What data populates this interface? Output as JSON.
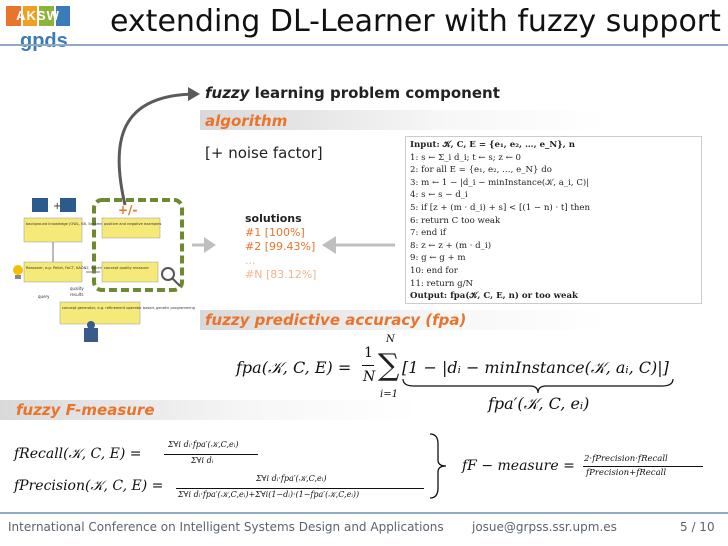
{
  "header": {
    "logo_top": "AKSW",
    "logo_bottom": "gpds",
    "title": "extending DL-Learner with fuzzy support"
  },
  "component": {
    "fuzzy_word": "fuzzy",
    "rest": " learning problem component"
  },
  "algorithm_heading": "algorithm",
  "noise_factor": "[+ noise factor]",
  "solutions": {
    "title": "solutions",
    "items": [
      "#1 [100%]",
      "#2 [99.43%]",
      "...",
      "#N [83.12%]"
    ]
  },
  "algorithm_lines": [
    "Input: 𝒦, C, E = {e₁, e₂, …, e_N}, n",
    "1:  s ← Σ_i d_i; t ← s; z ← 0",
    "2:  for all E = {e₁, e₂, …, e_N} do",
    "3:      m ← 1 − |d_i − minInstance(𝒦, a_i, C)|",
    "4:      s ← s − d_i",
    "5:      if [z + (m · d_i) + s] < [(1 − n) · t] then",
    "6:          return  C  too weak",
    "7:      end if",
    "8:      z ← z + (m · d_i)",
    "9:      g ← g + m",
    "10: end for",
    "11: return  g/N",
    "Output: fpa(𝒦, C, E, n) or too weak"
  ],
  "fpa_heading": "fuzzy predictive accuracy (fpa)",
  "fpa_formula": {
    "lhs": "fpa(𝒦, C, E) =",
    "frac_num": "1",
    "frac_den": "N",
    "sum_top": "N",
    "sum_bottom": "i=1",
    "body": "[1 − |dᵢ − minInstance(𝒦, aᵢ, C)|]",
    "underbrace_label": "fpa′(𝒦, C, eᵢ)"
  },
  "fmeasure_heading": "fuzzy F-measure",
  "recall": {
    "lhs": "fRecall(𝒦, C, E) =",
    "num": "Σ∀i dᵢ·fpa′(𝒦,C,eᵢ)",
    "den": "Σ∀i dᵢ"
  },
  "precision": {
    "lhs": "fPrecision(𝒦, C, E) =",
    "num": "Σ∀i dᵢ·fpa′(𝒦,C,eᵢ)",
    "den": "Σ∀i dᵢ·fpa′(𝒦,C,eᵢ)+Σ∀i(1−dᵢ)·(1−fpa′(𝒦,C,eᵢ))"
  },
  "fmeasure": {
    "lhs": "fF − measure =",
    "num": "2·fPrecision·fRecall",
    "den": "fPrecision+fRecall"
  },
  "diagram": {
    "sign": "+/-",
    "box_background": "background knowledge (OWL, KB, Sesame, DL-knowledge base)",
    "box_examples": "positive and negative examples",
    "box_reasoner": "Reasoner, e.g. Pellet, FaCT, KAON2, RacerPro",
    "box_measure": "concept quality measure",
    "box_algorithms": "concept generator, e.g. refinement operator based, genetic programming",
    "label_query": "query",
    "label_quality": "quality",
    "label_results": "results"
  },
  "footer": {
    "conference": "International Conference on Intelligent Systems Design and Applications",
    "email": "josue@grpss.ssr.upm.es",
    "page": "5 / 10"
  },
  "colors": {
    "accent": "#e9742c",
    "rule": "#8fa9c8",
    "dashed_box": "#6e8a2f",
    "arrow": "#5a5a5a"
  }
}
